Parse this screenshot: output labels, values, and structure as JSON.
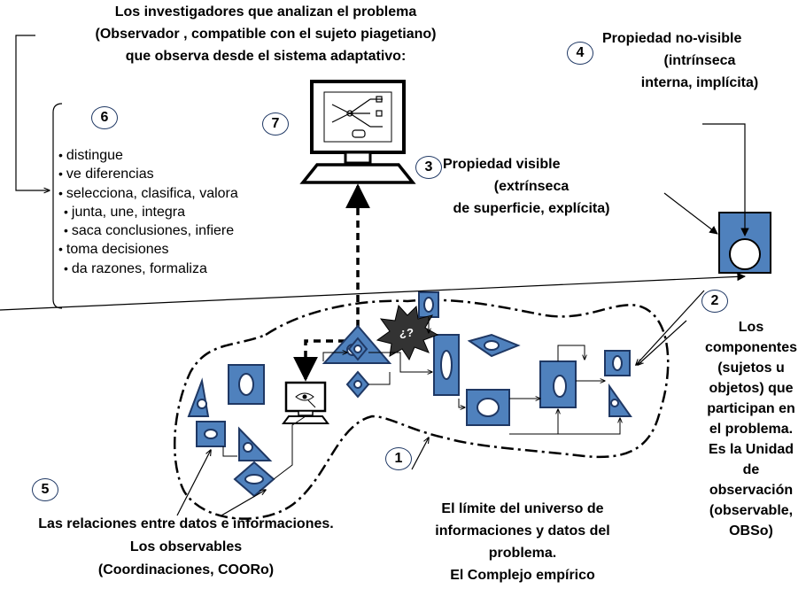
{
  "header": {
    "line1": "Los investigadores que analizan el problema",
    "line2": "(Observador , compatible con el sujeto piagetiano)",
    "line3": "que observa desde el sistema adaptativo:"
  },
  "markers": {
    "n1": "1",
    "n2": "2",
    "n3": "3",
    "n4": "4",
    "n5": "5",
    "n6": "6",
    "n7": "7",
    "unknown": "¿?"
  },
  "actions": [
    "distingue",
    "ve diferencias",
    "selecciona, clasifica, valora",
    "junta, une, integra",
    "saca conclusiones, infiere",
    "toma decisiones",
    "da razones, formaliza"
  ],
  "visible_property": {
    "line1": "Propiedad  visible",
    "line2": "(extrínseca",
    "line3": "de superficie, explícita)"
  },
  "nonvisible_property": {
    "line1": "Propiedad  no-visible",
    "line2": "(intrínseca",
    "line3": "interna, implícita)"
  },
  "components": {
    "lines": [
      "Los",
      "componentes",
      "(sujetos u",
      "objetos) que",
      "participan en",
      "el problema.",
      "Es la Unidad",
      "de",
      "observación",
      "(observable,",
      "OBSo)"
    ]
  },
  "relations": {
    "line1": "Las relaciones entre datos e informaciones.",
    "line2": "Los  observables",
    "line3": "(Coordinaciones, COORo)"
  },
  "limit": {
    "line1": "El  límite del universo de",
    "line2": "informaciones y datos del",
    "line3": "problema.",
    "line4": "El Complejo empírico"
  },
  "colors": {
    "shape_fill": "#4f81bd",
    "shape_stroke": "#1f3864",
    "line": "#000000"
  }
}
